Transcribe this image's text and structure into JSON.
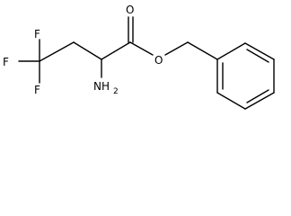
{
  "molecule": {
    "atoms": {
      "fluorine_top": "F",
      "fluorine_left": "F",
      "fluorine_bottom": "F",
      "carbonyl_oxygen": "O",
      "ester_oxygen": "O",
      "amine_main": "NH",
      "amine_subscript": "2"
    }
  }
}
